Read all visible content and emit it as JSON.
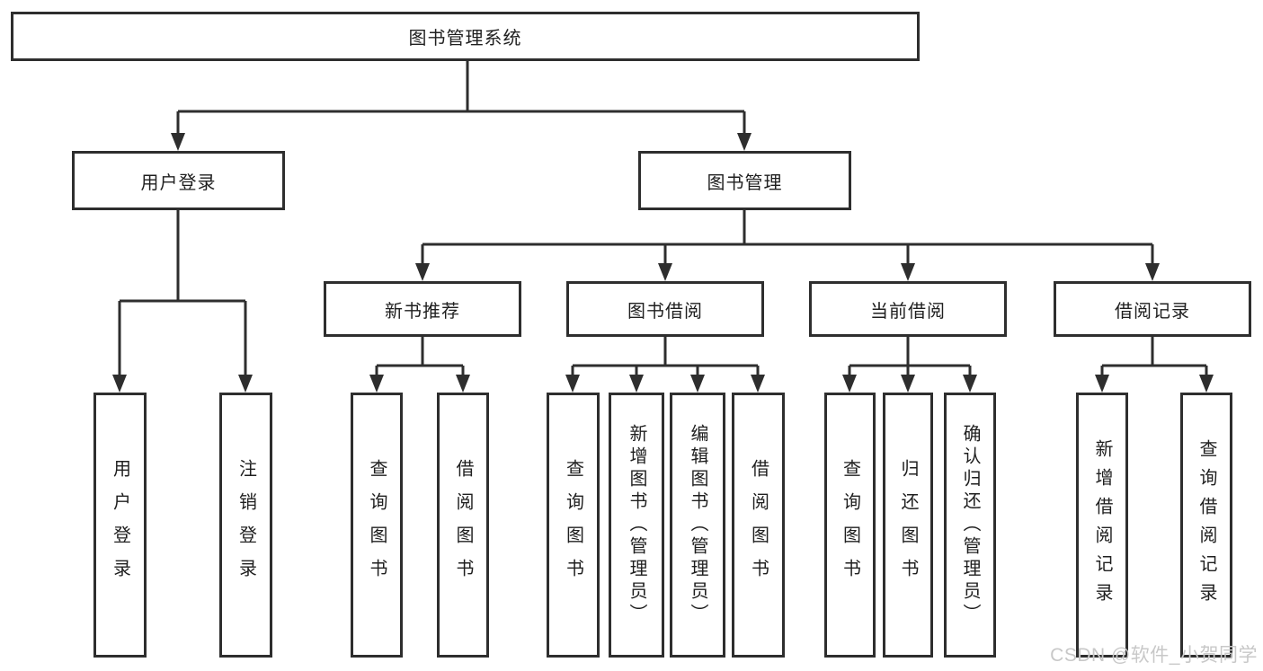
{
  "diagram": {
    "root": {
      "label": "图书管理系统"
    },
    "branches": {
      "user_login": {
        "label": "用户登录",
        "children": [
          {
            "label": "用户登录"
          },
          {
            "label": "注销登录"
          }
        ]
      },
      "book_management": {
        "label": "图书管理",
        "sections": [
          {
            "label": "新书推荐",
            "children": [
              {
                "label": "查询图书"
              },
              {
                "label": "借阅图书"
              }
            ]
          },
          {
            "label": "图书借阅",
            "children": [
              {
                "label": "查询图书"
              },
              {
                "label": "新增图书（管理员）"
              },
              {
                "label": "编辑图书（管理员）"
              },
              {
                "label": "借阅图书"
              }
            ]
          },
          {
            "label": "当前借阅",
            "children": [
              {
                "label": "查询图书"
              },
              {
                "label": "归还图书"
              },
              {
                "label": "确认归还（管理员）"
              }
            ]
          },
          {
            "label": "借阅记录",
            "children": [
              {
                "label": "新增借阅记录"
              },
              {
                "label": "查询借阅记录"
              }
            ]
          }
        ]
      }
    }
  },
  "watermark": {
    "text": "CSDN @软件_小贺同学"
  },
  "colors": {
    "line": "#2e2e2e",
    "text": "#1f1f1f",
    "watermark": "#c8c8c8",
    "background": "#ffffff"
  }
}
